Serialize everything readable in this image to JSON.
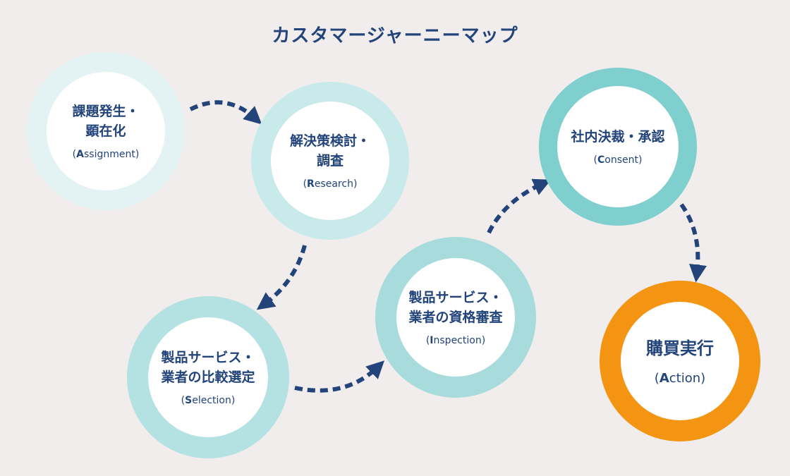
{
  "title": "カスタマージャーニーマップ",
  "colors": {
    "background": "#f1eded",
    "text": "#22447a",
    "arrow": "#22447a",
    "ring_pale": "#e3f2f3",
    "ring_light": "#c9eaea",
    "ring_mid": "#a8dcdc",
    "ring_strong": "#7fcfcf",
    "ring_action": "#f39412"
  },
  "stages": [
    {
      "line1": "課題発生・",
      "line2": "顕在化",
      "en_initial": "A",
      "en_rest": "ssignment"
    },
    {
      "line1": "解決策検討・",
      "line2": "調査",
      "en_initial": "R",
      "en_rest": "esearch"
    },
    {
      "line1": "製品サービス・",
      "line2": "業者の比較選定",
      "en_initial": "S",
      "en_rest": "election"
    },
    {
      "line1": "製品サービス・",
      "line2": "業者の資格審査",
      "en_initial": "I",
      "en_rest": "nspection"
    },
    {
      "line1": "社内決裁・承認",
      "line2": "",
      "en_initial": "C",
      "en_rest": "onsent"
    },
    {
      "line1": "購買実行",
      "line2": "",
      "en_initial": "A",
      "en_rest": "ction"
    }
  ]
}
